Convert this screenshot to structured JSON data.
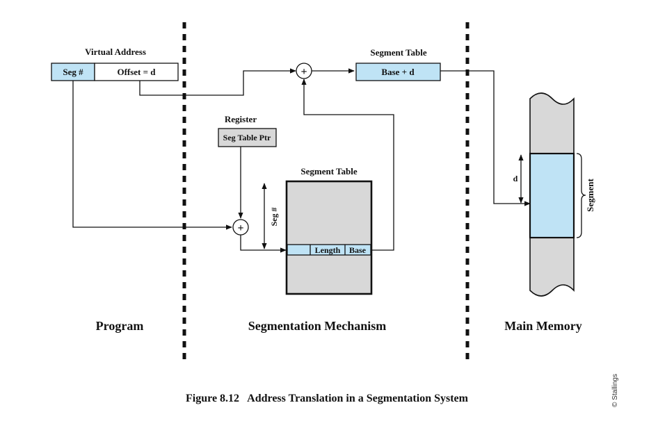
{
  "labels": {
    "virtual_address": "Virtual Address",
    "seg_num": "Seg #",
    "offset": "Offset = d",
    "segment_table_top": "Segment Table",
    "base_plus_d": "Base + d",
    "register": "Register",
    "seg_table_ptr": "Seg Table Ptr",
    "segment_table_mid": "Segment Table",
    "seg_num_vertical": "Seg #",
    "length": "Length",
    "base": "Base",
    "d": "d",
    "segment": "Segment",
    "plus": "+",
    "program": "Program",
    "segmentation_mechanism": "Segmentation Mechanism",
    "main_memory": "Main Memory"
  },
  "caption": "Figure 8.12   Address Translation in a Segmentation System",
  "credit": "© Stallings",
  "colors": {
    "highlight": "#bfe3f5",
    "gray_fill": "#d8d8d8",
    "line": "#111111"
  }
}
